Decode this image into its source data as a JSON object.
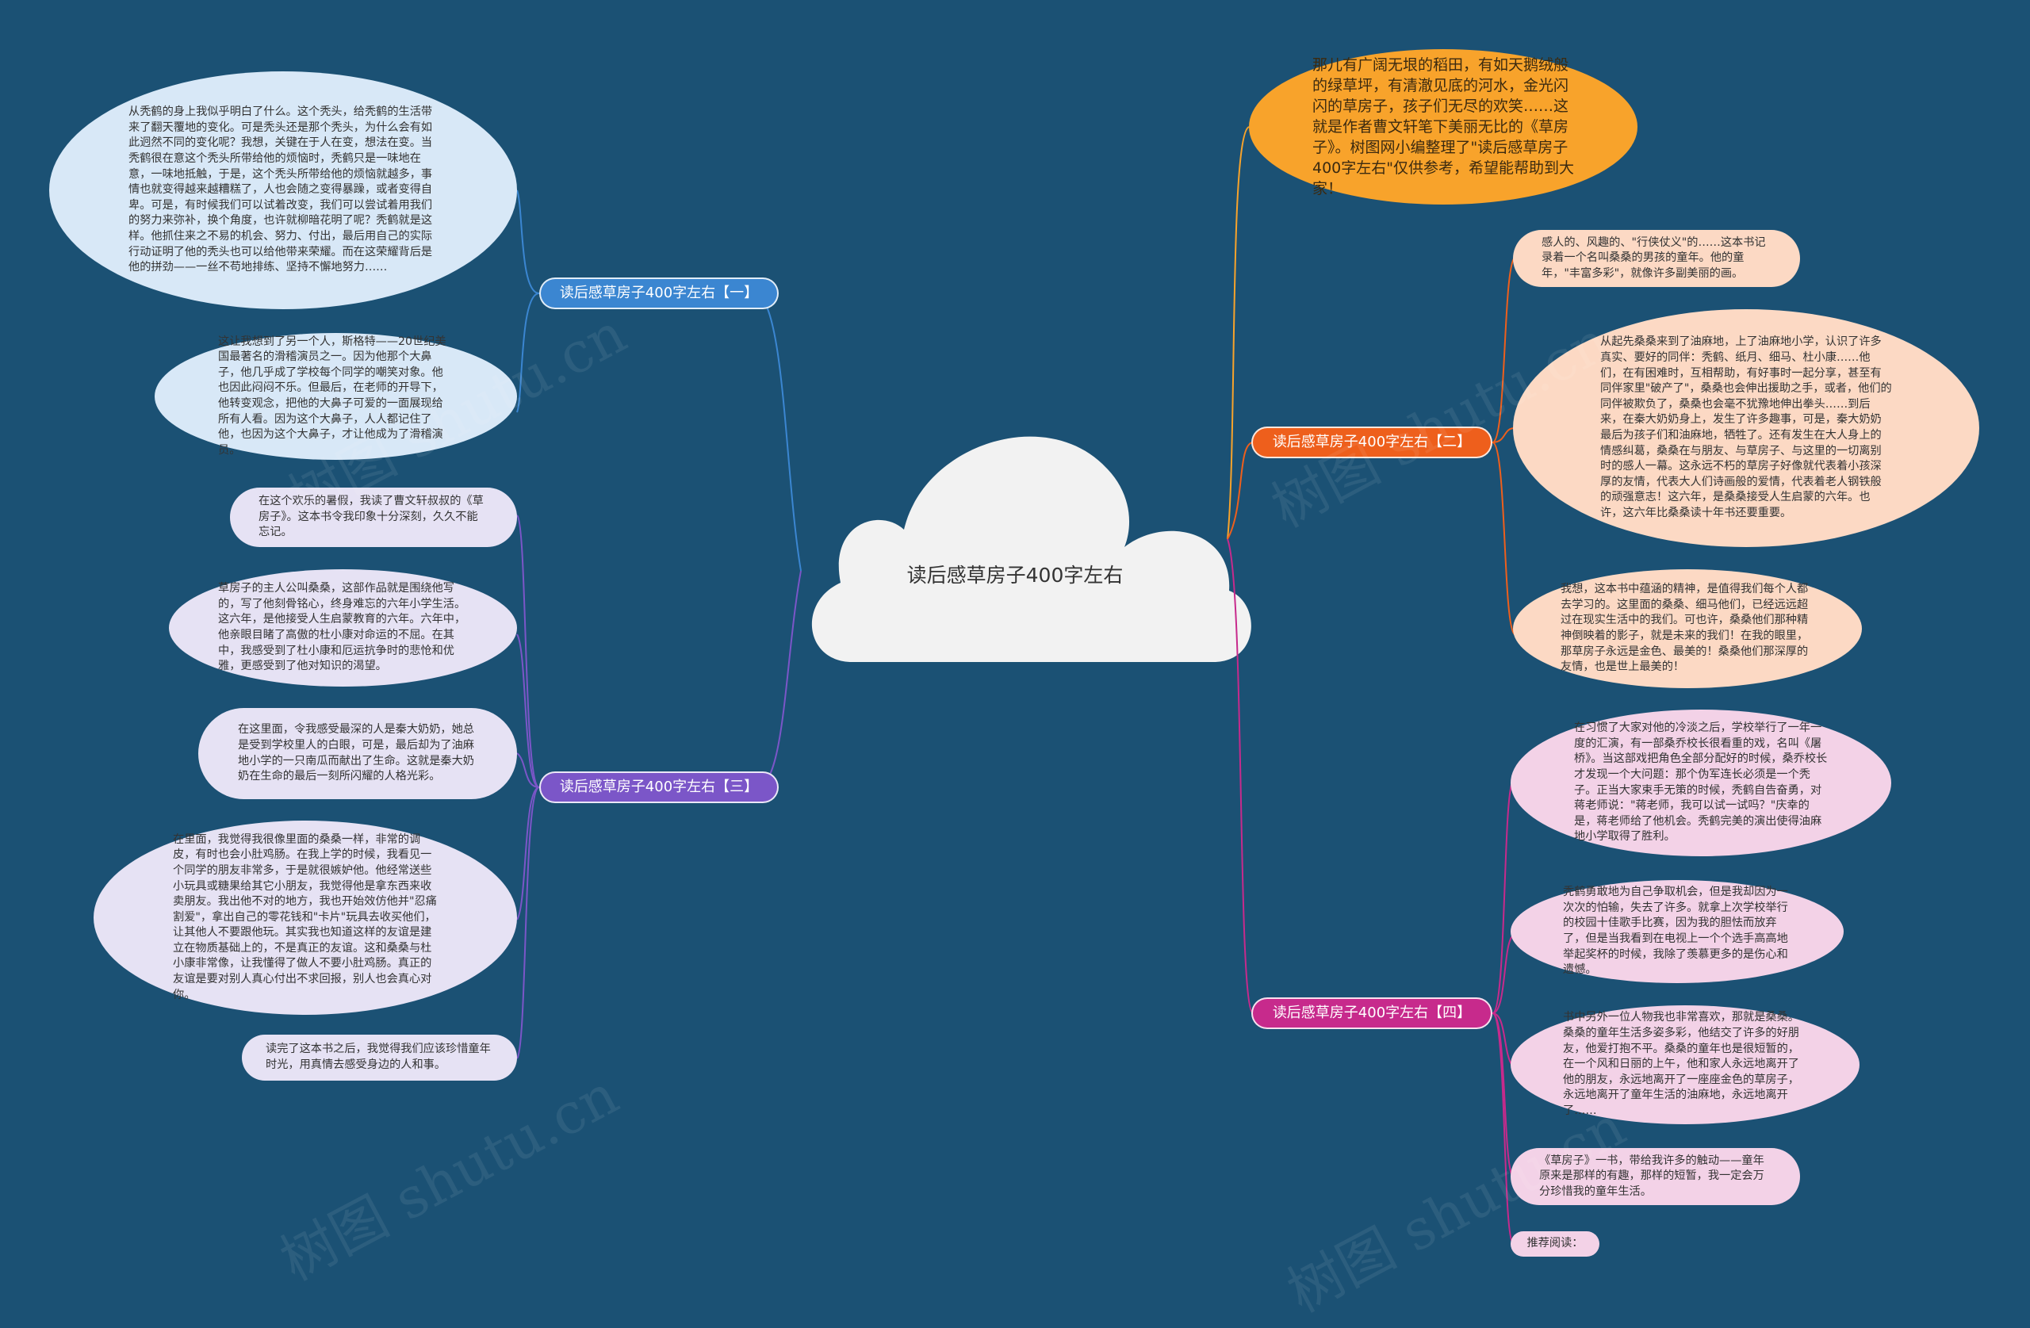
{
  "root": "读后感草房子400字左右",
  "intro": "那儿有广阔无垠的稻田，有如天鹅绒般的绿草坪，有清澈见底的河水，金光闪闪的草房子，孩子们无尽的欢笑……这就是作者曹文轩笔下美丽无比的《草房子》。树图网小编整理了\"读后感草房子400字左右\"仅供参考，希望能帮助到大家！",
  "branches": [
    {
      "label": "读后感草房子400字左右【一】",
      "color": "#3b86d1",
      "leaves": [
        "从秃鹤的身上我似乎明白了什么。这个秃头，给秃鹤的生活带来了翻天覆地的变化。可是秃头还是那个秃头，为什么会有如此迥然不同的变化呢？我想，关键在于人在变，想法在变。当秃鹤很在意这个秃头所带给他的烦恼时，秃鹤只是一味地在意，一味地抵触，于是，这个秃头所带给他的烦恼就越多，事情也就变得越来越糟糕了，人也会随之变得暴躁，或者变得自卑。可是，有时候我们可以试着改变，我们可以尝试着用我们的努力来弥补，换个角度，也许就柳暗花明了呢？秃鹤就是这样。他抓住来之不易的机会、努力、付出，最后用自己的实际行动证明了他的秃头也可以给他带来荣耀。而在这荣耀背后是他的拼劲——一丝不苟地排练、坚持不懈地努力……",
        "这让我想到了另一个人，斯格特——20世纪美国最著名的滑稽演员之一。因为他那个大鼻子，他几乎成了学校每个同学的嘲笑对象。他也因此闷闷不乐。但最后，在老师的开导下，他转变观念，把他的大鼻子可爱的一面展现给所有人看。因为这个大鼻子，人人都记住了他，也因为这个大鼻子，才让他成为了滑稽演员。"
      ]
    },
    {
      "label": "读后感草房子400字左右【二】",
      "color": "#ee5f1c",
      "leaves": [
        "感人的、风趣的、\"行侠仗义\"的……这本书记录着一个名叫桑桑的男孩的童年。他的童年，\"丰富多彩\"，就像许多副美丽的画。",
        "从起先桑桑来到了油麻地，上了油麻地小学，认识了许多真实、要好的同伴：秃鹤、纸月、细马、杜小康……他们，在有困难时，互相帮助，有好事时一起分享，甚至有同伴家里\"破产了\"，桑桑也会伸出援助之手，或者，他们的同伴被欺负了，桑桑也会毫不犹豫地伸出拳头……到后来，在秦大奶奶身上，发生了许多趣事，可是，秦大奶奶最后为孩子们和油麻地，牺牲了。还有发生在大人身上的情感纠葛，桑桑在与朋友、与草房子、与这里的一切离别时的感人一幕。这永远不朽的草房子好像就代表着小孩深厚的友情，代表大人们诗画般的爱情，代表着老人钢铁般的顽强意志！这六年，是桑桑接受人生启蒙的六年。也许，这六年比桑桑读十年书还要重要。",
        "我想，这本书中蕴涵的精神，是值得我们每个人都去学习的。这里面的桑桑、细马他们，已经远远超过在现实生活中的我们。可也许，桑桑他们那种精神倒映着的影子，就是未来的我们！在我的眼里，那草房子永远是金色、最美的！桑桑他们那深厚的友情，也是世上最美的！"
      ]
    },
    {
      "label": "读后感草房子400字左右【三】",
      "color": "#7b56c8",
      "leaves": [
        "在这个欢乐的暑假，我读了曹文轩叔叔的《草房子》。这本书令我印象十分深刻，久久不能忘记。",
        "草房子的主人公叫桑桑，这部作品就是围绕他写的，写了他刻骨铭心，终身难忘的六年小学生活。这六年，是他接受人生启蒙教育的六年。六年中，他亲眼目睹了高傲的杜小康对命运的不屈。在其中，我感受到了杜小康和厄运抗争时的悲怆和优雅，更感受到了他对知识的渴望。",
        "在这里面，令我感受最深的人是秦大奶奶，她总是受到学校里人的白眼，可是，最后却为了油麻地小学的一只南瓜而献出了生命。这就是秦大奶奶在生命的最后一刻所闪耀的人格光彩。",
        "在里面，我觉得我很像里面的桑桑一样，非常的调皮，有时也会小肚鸡肠。在我上学的时候，我看见一个同学的朋友非常多，于是就很嫉妒他。他经常送些小玩具或糖果给其它小朋友，我觉得他是拿东西来收卖朋友。我出他不对的地方，我也开始效仿他并\"忍痛割爱\"，拿出自己的零花钱和\"卡片\"玩具去收买他们，让其他人不要跟他玩。其实我也知道这样的友谊是建立在物质基础上的，不是真正的友谊。这和桑桑与杜小康非常像，让我懂得了做人不要小肚鸡肠。真正的友谊是要对别人真心付出不求回报，别人也会真心对你。",
        "读完了这本书之后，我觉得我们应该珍惜童年时光，用真情去感受身边的人和事。"
      ]
    },
    {
      "label": "读后感草房子400字左右【四】",
      "color": "#c72a8c",
      "leaves": [
        "在习惯了大家对他的冷淡之后，学校举行了一年一度的汇演，有一部桑乔校长很看重的戏，名叫《屠桥》。当这部戏把角色全部分配好的时候，桑乔校长才发现一个大问题：那个伪军连长必须是一个秃子。正当大家束手无策的时候，秃鹤自告奋勇，对蒋老师说：\"蒋老师，我可以试一试吗？\"庆幸的是，蒋老师给了他机会。秃鹤完美的演出使得油麻地小学取得了胜利。",
        "秃鹤勇敢地为自己争取机会，但是我却因为一次次的怕输，失去了许多。就拿上次学校举行的校园十佳歌手比赛，因为我的胆怯而放弃了，但是当我看到在电视上一个个选手高高地举起奖杯的时候，我除了羡慕更多的是伤心和遗憾。",
        "书中另外一位人物我也非常喜欢，那就是桑桑。桑桑的童年生活多姿多彩，他结交了许多的好朋友，他爱打抱不平。桑桑的童年也是很短暂的，在一个风和日丽的上午，他和家人永远地离开了他的朋友，永远地离开了一座座金色的草房子，永远地离开了童年生活的油麻地，永远地离开了……",
        "《草房子》一书，带给我许多的触动——童年原来是那样的有趣，那样的短暂，我一定会万分珍惜我的童年生活。",
        "推荐阅读："
      ]
    }
  ],
  "watermark": "树图 shutu.cn"
}
